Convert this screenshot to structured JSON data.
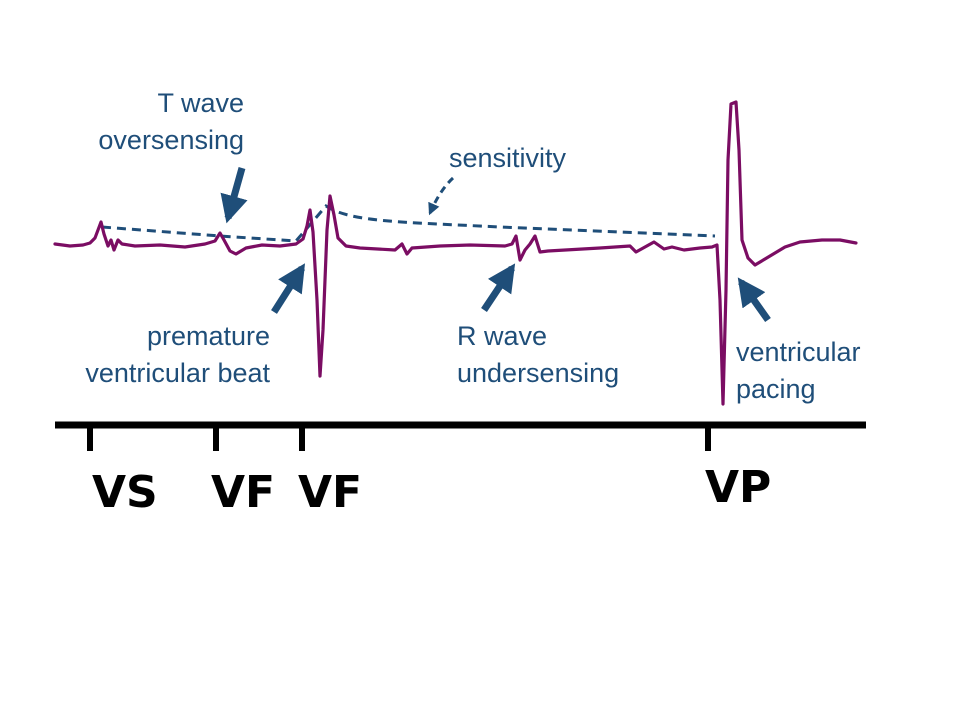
{
  "colors": {
    "ecg_trace": "#7b0d63",
    "label_text": "#1f4e79",
    "arrow": "#1f4e79",
    "sensitivity_line": "#1f4e79",
    "marker_text": "#000000",
    "timeline": "#000000"
  },
  "annotations": {
    "t_wave_oversensing": {
      "line1": "T wave",
      "line2": "oversensing"
    },
    "sensitivity": {
      "text": "sensitivity"
    },
    "premature_ventricular_beat": {
      "line1": "premature",
      "line2": "ventricular beat"
    },
    "r_wave_undersensing": {
      "line1": "R wave",
      "line2": "undersensing"
    },
    "ventricular_pacing": {
      "line1": "ventricular",
      "line2": "pacing"
    }
  },
  "markers": [
    {
      "label": "VS"
    },
    {
      "label": "VF"
    },
    {
      "label": "VF"
    },
    {
      "label": "VP"
    }
  ]
}
